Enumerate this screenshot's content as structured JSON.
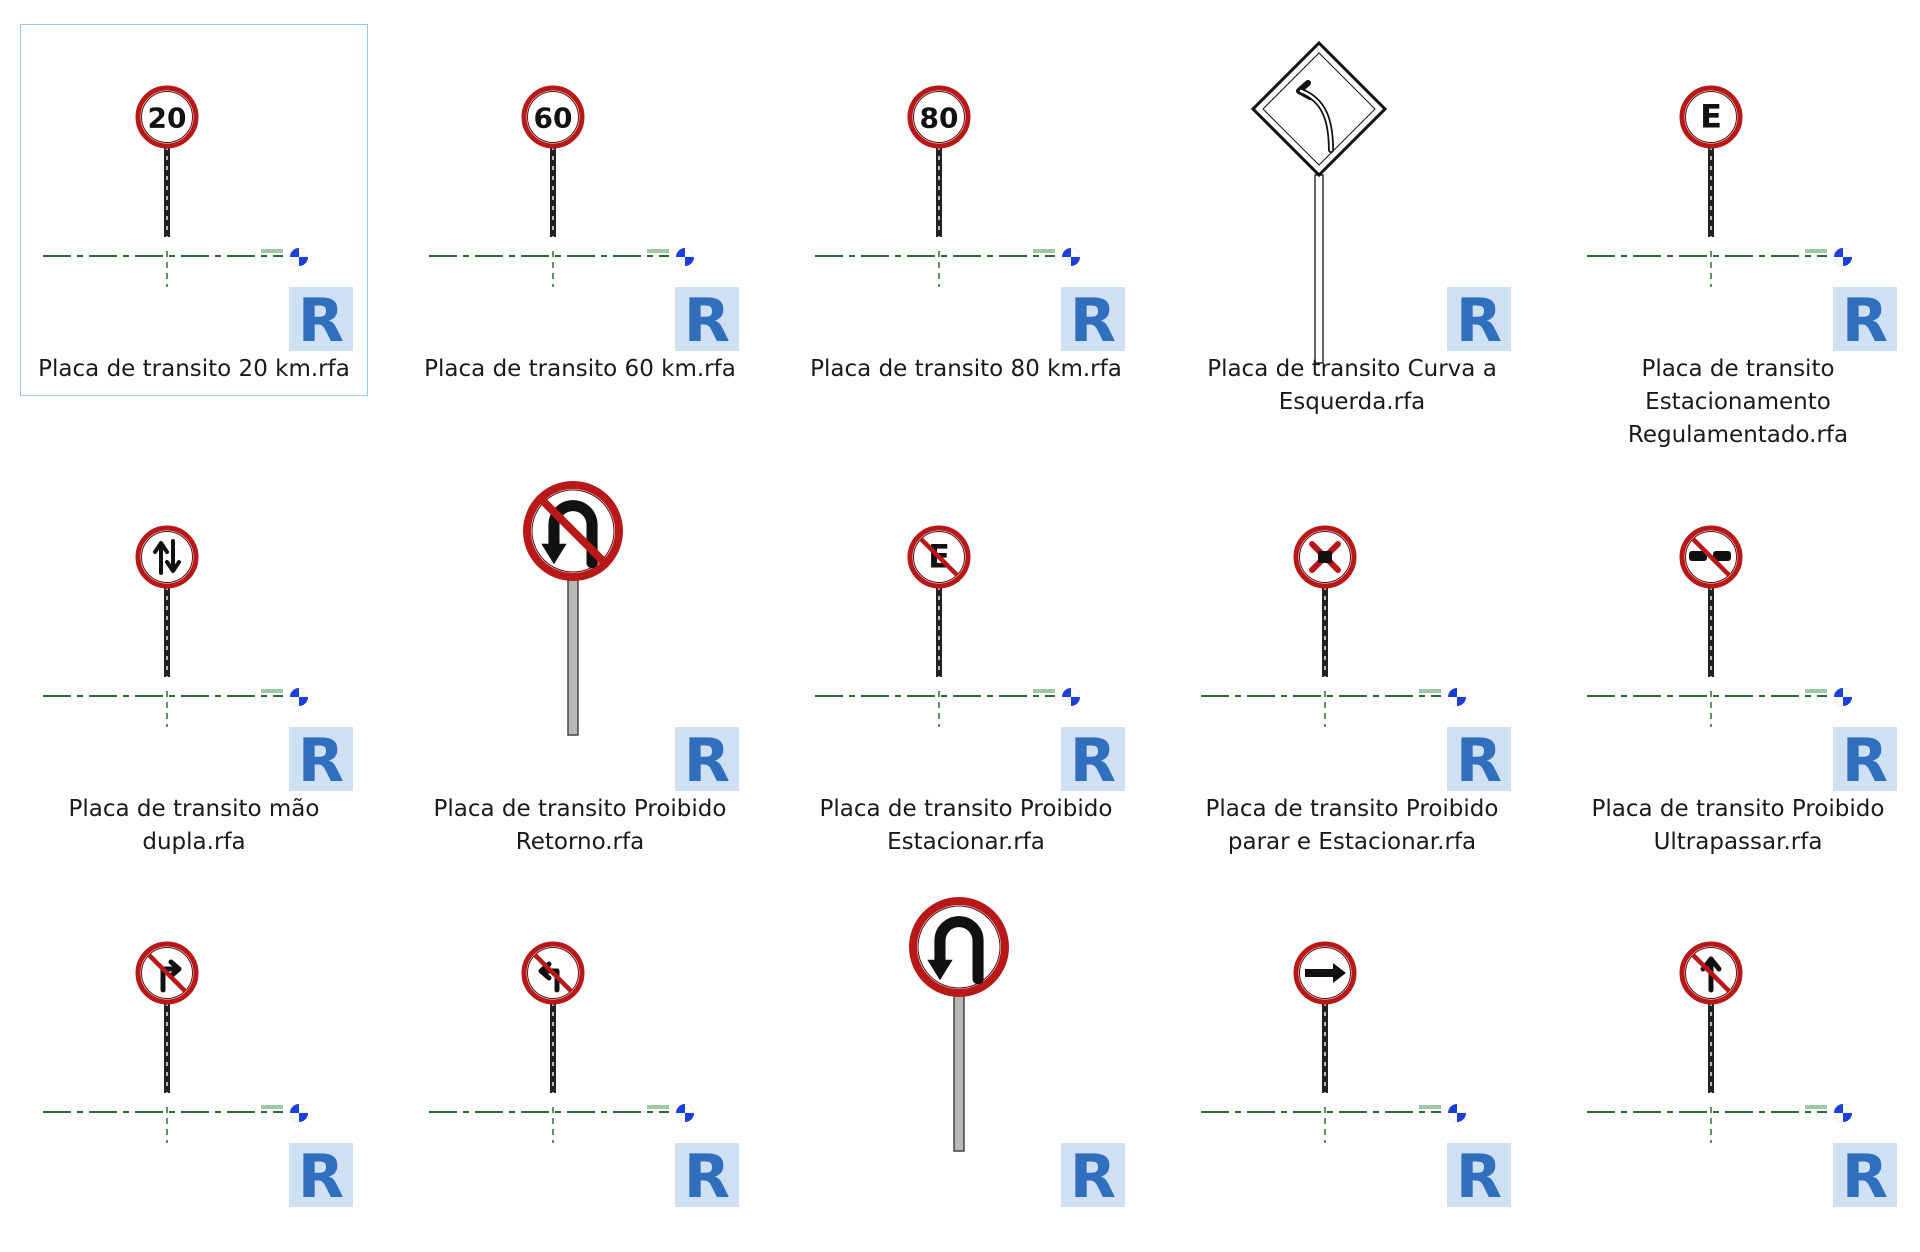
{
  "files": [
    {
      "name_lines": [
        "Placa de transito 20 km.rfa"
      ],
      "sign": "speed",
      "sign_text": "20",
      "selected": true
    },
    {
      "name_lines": [
        "Placa de transito 60 km.rfa"
      ],
      "sign": "speed",
      "sign_text": "60"
    },
    {
      "name_lines": [
        "Placa de transito 80 km.rfa"
      ],
      "sign": "speed",
      "sign_text": "80"
    },
    {
      "name_lines": [
        "Placa de transito Curva a",
        "Esquerda.rfa"
      ],
      "sign": "diamond-curve-left"
    },
    {
      "name_lines": [
        "Placa de transito",
        "Estacionamento",
        "Regulamentado.rfa"
      ],
      "sign": "parking",
      "sign_text": "E"
    },
    {
      "name_lines": [
        "Placa de transito mão",
        "dupla.rfa"
      ],
      "sign": "two-way"
    },
    {
      "name_lines": [
        "Placa de transito Proibido",
        "Retorno.rfa"
      ],
      "sign": "no-u-turn-large"
    },
    {
      "name_lines": [
        "Placa de transito Proibido",
        "Estacionar.rfa"
      ],
      "sign": "no-parking",
      "sign_text": "E"
    },
    {
      "name_lines": [
        "Placa de transito Proibido",
        "parar e  Estacionar.rfa"
      ],
      "sign": "no-stopping"
    },
    {
      "name_lines": [
        "Placa de transito Proibido",
        "Ultrapassar.rfa"
      ],
      "sign": "no-overtaking"
    },
    {
      "name_lines": [],
      "sign": "no-right-turn"
    },
    {
      "name_lines": [],
      "sign": "no-left-turn"
    },
    {
      "name_lines": [],
      "sign": "u-turn-large"
    },
    {
      "name_lines": [],
      "sign": "one-way-right"
    },
    {
      "name_lines": [],
      "sign": "no-straight"
    }
  ],
  "app_badge": "R",
  "colors": {
    "sign_red": "#b81818",
    "reference_line": "#2e6b35",
    "app_badge_blue": "#2f6fbd",
    "app_badge_bg": "#cfe0f5",
    "selection_border": "#99c8ea",
    "origin_marker": "#1c3fd8"
  }
}
